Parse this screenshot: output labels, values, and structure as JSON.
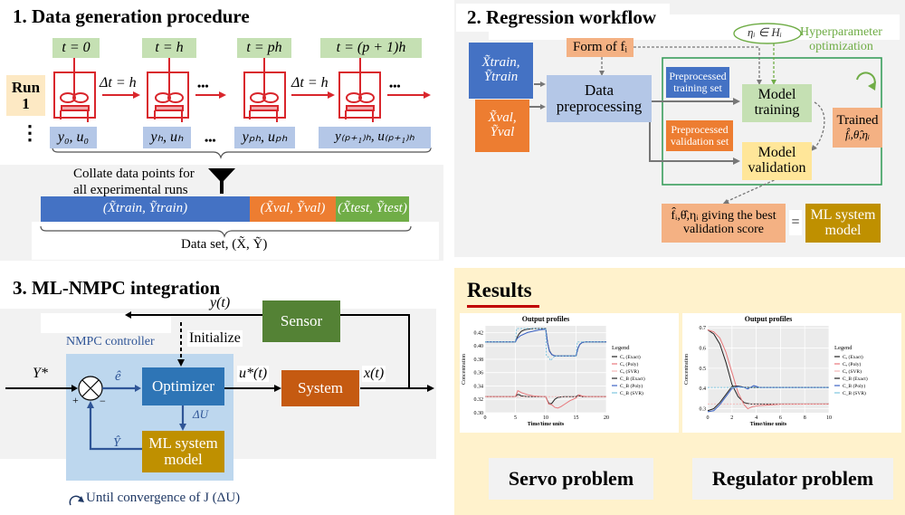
{
  "panel1": {
    "title": "1. Data generation procedure",
    "run_label_line1": "Run",
    "run_label_line2": "1",
    "vdots": "⋮",
    "times": [
      "t = 0",
      "t = h",
      "t = ph",
      "t = (p + 1)h"
    ],
    "delta": "Δt = h",
    "ellipsis": "•••",
    "outputs": [
      "y₀, u₀",
      "yₕ, uₕ",
      "yₚₕ, uₚₕ",
      "y₍ₚ₊₁₎ₕ, u₍ₚ₊₁₎ₕ"
    ],
    "collate_line1": "Collate data points for",
    "collate_line2": "all experimental runs",
    "split_train": "(X̃train, Ỹtrain)",
    "split_val": "(X̃val, Ỹval)",
    "split_test": "(X̃test, Ỹtest)",
    "dataset_label": "Data set, (X̃, Ỹ)",
    "colors": {
      "train": "#4472c4",
      "val": "#ed7d31",
      "test": "#70ad47",
      "reactor": "#d9262c"
    }
  },
  "panel2": {
    "title": "2. Regression workflow",
    "train_input_line1": "X̃train,",
    "train_input_line2": "Ỹtrain",
    "val_input_line1": "X̃val,",
    "val_input_line2": "Ỹval",
    "form_of": "Form of fᵢ",
    "preprocess_line1": "Data",
    "preprocess_line2": "preprocessing",
    "pre_train_line1": "Preprocessed",
    "pre_train_line2": "training set",
    "pre_val_line1": "Preprocessed",
    "pre_val_line2": "validation set",
    "hyper_set": "ηᵢ ∈ Hᵢ",
    "hyper_line1": "Hyperparameter",
    "hyper_line2": "optimization",
    "model_training_line1": "Model",
    "model_training_line2": "training",
    "model_validation_line1": "Model",
    "model_validation_line2": "validation",
    "trained_line1": "Trained",
    "trained_line2": "f̂ᵢ,θ̂,ηᵢ",
    "best_line1": "f̂ᵢ,θ̂,ηᵢ giving the best",
    "best_line2": "validation score",
    "equals": "=",
    "ml_model_line1": "ML system",
    "ml_model_line2": "model"
  },
  "panel3": {
    "title": "3. ML-NMPC integration",
    "y_t": "y(t)",
    "sensor": "Sensor",
    "initialize": "Initialize",
    "nmpc_label": "NMPC controller",
    "y_star": "Y*",
    "e_hat": "ê",
    "plus": "+",
    "minus": "−",
    "optimizer": "Optimizer",
    "u_star": "u*(t)",
    "system": "System",
    "x_t": "x(t)",
    "delta_u": "ΔU",
    "y_hat": "Ŷ",
    "ml_model_line1": "ML system",
    "ml_model_line2": "model",
    "until": "Until convergence of J (ΔU)"
  },
  "panel4": {
    "title": "Results",
    "servo_label": "Servo problem",
    "regulator_label": "Regulator problem"
  },
  "chart_data": [
    {
      "type": "line",
      "title": "Output profiles",
      "xlabel": "Time/time units",
      "ylabel": "Concentration",
      "xlim": [
        0,
        20
      ],
      "ylim": [
        0.3,
        0.43
      ],
      "xticks": [
        0,
        5,
        10,
        15,
        20
      ],
      "yticks": [
        0.3,
        0.32,
        0.34,
        0.36,
        0.38,
        0.4,
        0.42
      ],
      "legend_title": "Legend",
      "legend_position": "right",
      "grid": true,
      "series": [
        {
          "name": "C_A (Exact)",
          "color": "#222222",
          "x": [
            0,
            5,
            5.3,
            5.6,
            6,
            7,
            8,
            10,
            10.3,
            10.6,
            11,
            11.5,
            12,
            13,
            15,
            15.3,
            15.6,
            16,
            17,
            20
          ],
          "y": [
            0.324,
            0.324,
            0.327,
            0.327,
            0.325,
            0.324,
            0.324,
            0.324,
            0.318,
            0.313,
            0.314,
            0.32,
            0.323,
            0.324,
            0.324,
            0.326,
            0.325,
            0.324,
            0.324,
            0.324
          ]
        },
        {
          "name": "C_A (Poly)",
          "color": "#e8777a",
          "x": [
            0,
            5,
            5.4,
            6,
            7,
            8,
            10,
            10.5,
            11,
            11.5,
            12,
            12.5,
            13,
            14,
            15,
            15.5,
            16,
            17,
            20
          ],
          "y": [
            0.324,
            0.324,
            0.333,
            0.33,
            0.327,
            0.325,
            0.324,
            0.313,
            0.312,
            0.308,
            0.307,
            0.309,
            0.312,
            0.318,
            0.322,
            0.327,
            0.325,
            0.324,
            0.324
          ]
        },
        {
          "name": "C_A (SVR)",
          "color": "#f3b8b8",
          "x": [
            0,
            20
          ],
          "y": [
            0.324,
            0.324
          ]
        },
        {
          "name": "C_B (Exact)",
          "color": "#222222",
          "x": [
            0,
            5,
            5.3,
            5.6,
            6,
            6.5,
            7,
            8,
            10,
            10.3,
            10.6,
            11,
            11.5,
            12,
            15,
            15.3,
            15.6,
            16,
            16.5,
            20
          ],
          "y": [
            0.406,
            0.406,
            0.413,
            0.418,
            0.422,
            0.424,
            0.425,
            0.426,
            0.426,
            0.405,
            0.393,
            0.387,
            0.385,
            0.385,
            0.385,
            0.396,
            0.402,
            0.405,
            0.406,
            0.406
          ]
        },
        {
          "name": "C_B (Poly)",
          "color": "#3b62c4",
          "x": [
            0,
            5,
            5.3,
            5.8,
            6.5,
            7,
            8,
            9,
            10,
            10.3,
            10.6,
            11,
            11.5,
            12,
            15,
            15.3,
            15.6,
            16,
            16.5,
            20
          ],
          "y": [
            0.406,
            0.406,
            0.411,
            0.415,
            0.418,
            0.42,
            0.422,
            0.424,
            0.425,
            0.405,
            0.392,
            0.387,
            0.385,
            0.385,
            0.385,
            0.396,
            0.402,
            0.405,
            0.406,
            0.406
          ]
        },
        {
          "name": "C_B (SVR)",
          "color": "#7fc6e0",
          "x": [
            0,
            5,
            5.2,
            10,
            10.1,
            10.5,
            10.8,
            11.1,
            11.5,
            12,
            15,
            15.2,
            20
          ],
          "y": [
            0.406,
            0.406,
            0.426,
            0.426,
            0.385,
            0.383,
            0.378,
            0.381,
            0.385,
            0.385,
            0.385,
            0.406,
            0.406
          ]
        }
      ]
    },
    {
      "type": "line",
      "title": "Output profiles",
      "xlabel": "Time/time units",
      "ylabel": "Concentration",
      "xlim": [
        0,
        10
      ],
      "ylim": [
        0.28,
        0.71
      ],
      "xticks": [
        0,
        2,
        4,
        6,
        8,
        10
      ],
      "yticks": [
        0.3,
        0.4,
        0.5,
        0.6,
        0.7
      ],
      "legend_title": "Legend",
      "legend_position": "right",
      "grid": true,
      "series": [
        {
          "name": "C_A (Exact)",
          "color": "#222222",
          "x": [
            0,
            0.5,
            1,
            1.5,
            2,
            2.5,
            3,
            3.5,
            4,
            6,
            10
          ],
          "y": [
            0.69,
            0.67,
            0.62,
            0.53,
            0.42,
            0.36,
            0.33,
            0.323,
            0.323,
            0.323,
            0.323
          ]
        },
        {
          "name": "C_A (Poly)",
          "color": "#e8777a",
          "x": [
            0,
            0.5,
            1,
            1.5,
            2,
            2.5,
            3,
            3.3,
            3.7,
            4.2,
            5,
            6,
            10
          ],
          "y": [
            0.69,
            0.68,
            0.65,
            0.58,
            0.48,
            0.38,
            0.32,
            0.3,
            0.31,
            0.315,
            0.318,
            0.322,
            0.323
          ]
        },
        {
          "name": "C_A (SVR)",
          "color": "#f3b8b8",
          "x": [
            0,
            10
          ],
          "y": [
            0.323,
            0.323
          ]
        },
        {
          "name": "C_B (Exact)",
          "color": "#222222",
          "x": [
            0,
            0.5,
            1,
            1.5,
            2,
            2.5,
            3,
            3.5,
            4,
            10
          ],
          "y": [
            0.29,
            0.3,
            0.33,
            0.37,
            0.41,
            0.412,
            0.406,
            0.405,
            0.405,
            0.405
          ]
        },
        {
          "name": "C_B (Poly)",
          "color": "#3b62c4",
          "x": [
            0,
            0.5,
            1,
            1.5,
            2,
            2.5,
            3,
            3.3,
            3.8,
            4.3,
            5,
            10
          ],
          "y": [
            0.285,
            0.29,
            0.32,
            0.36,
            0.4,
            0.41,
            0.405,
            0.398,
            0.414,
            0.405,
            0.405,
            0.405
          ]
        },
        {
          "name": "C_B (SVR)",
          "color": "#7fc6e0",
          "x": [
            0,
            10
          ],
          "y": [
            0.405,
            0.405
          ]
        }
      ]
    }
  ]
}
